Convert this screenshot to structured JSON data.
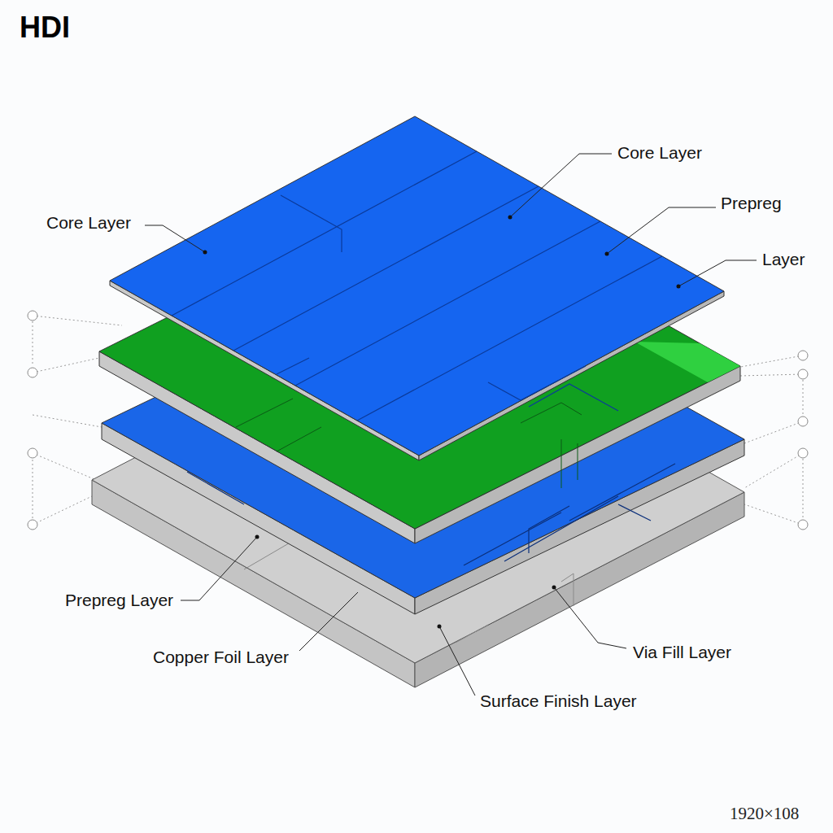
{
  "diagram": {
    "title": "HDI",
    "labels": [
      "Core Layer",
      "Prepreg",
      "Layer",
      "Core Layer",
      "Prepreg Layer",
      "Copper Foil Layer",
      "Via Fill Layer",
      "Surface Finish Layer",
      "1920×108"
    ]
  }
}
